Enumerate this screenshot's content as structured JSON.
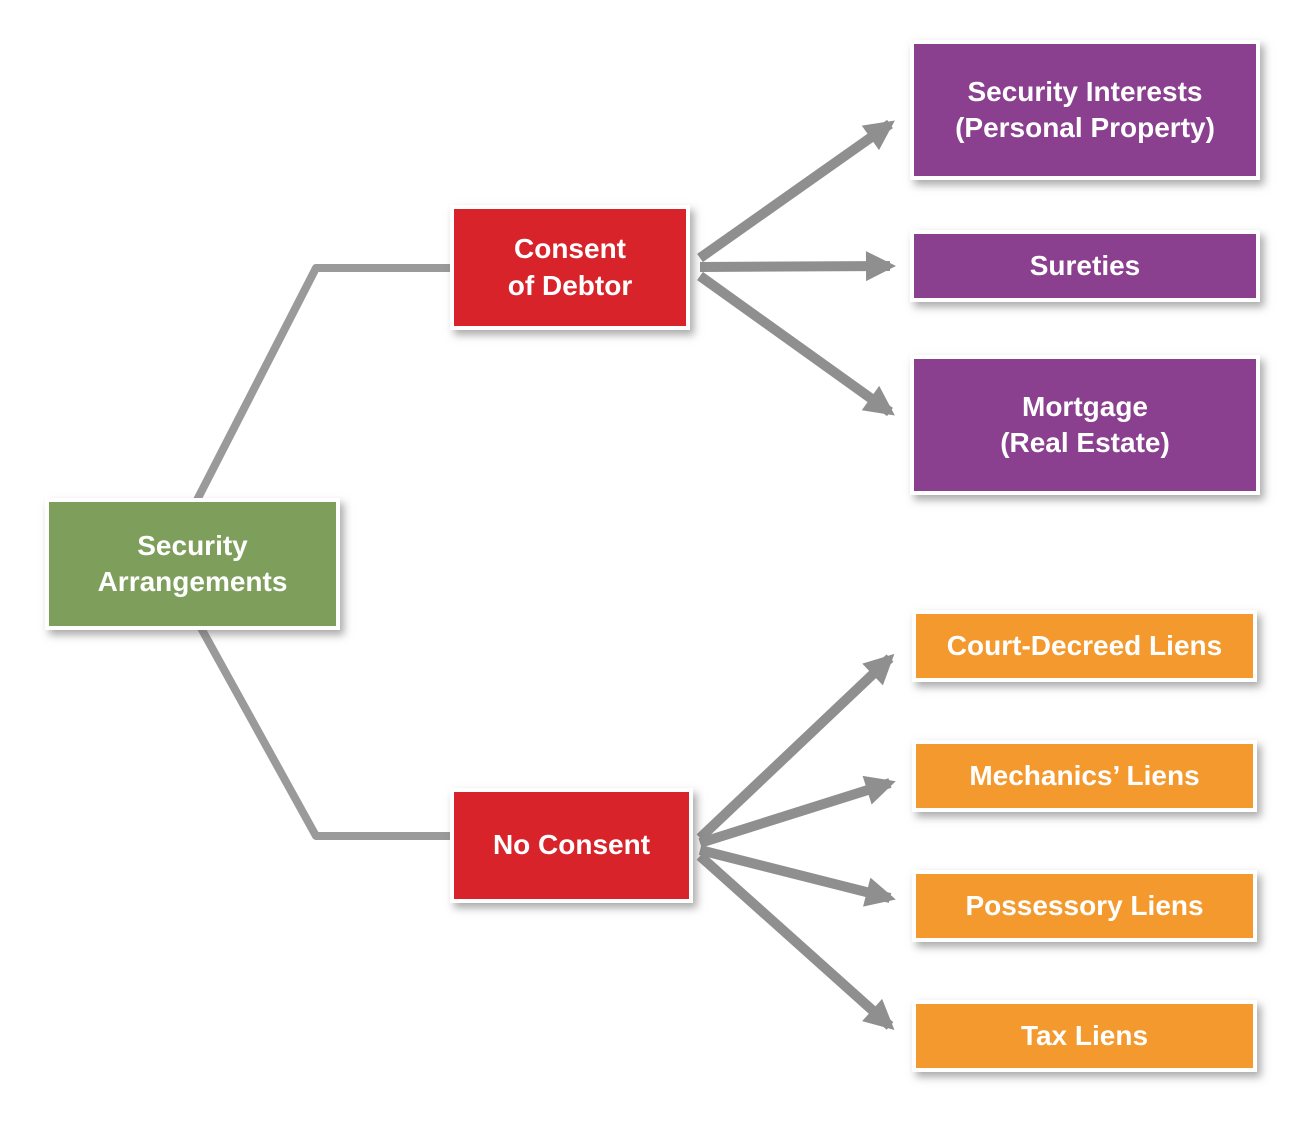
{
  "diagram": {
    "root": {
      "label": "Security\nArrangements",
      "color": "#7e9e5b"
    },
    "branches": [
      {
        "label": "Consent\nof Debtor",
        "color": "#d8232a",
        "children": [
          {
            "label": "Security Interests\n(Personal Property)",
            "color": "#8a3f8f"
          },
          {
            "label": "Sureties",
            "color": "#8a3f8f"
          },
          {
            "label": "Mortgage\n(Real Estate)",
            "color": "#8a3f8f"
          }
        ]
      },
      {
        "label": "No Consent",
        "color": "#d8232a",
        "children": [
          {
            "label": "Court-Decreed Liens",
            "color": "#f4992e"
          },
          {
            "label": "Mechanics’ Liens",
            "color": "#f4992e"
          },
          {
            "label": "Possessory Liens",
            "color": "#f4992e"
          },
          {
            "label": "Tax Liens",
            "color": "#f4992e"
          }
        ]
      }
    ],
    "colors": {
      "green": "#7e9e5b",
      "red": "#d8232a",
      "purple": "#8a3f8f",
      "orange": "#f4992e",
      "connector": "#9a9a9a",
      "arrow": "#8f8f8f"
    }
  }
}
